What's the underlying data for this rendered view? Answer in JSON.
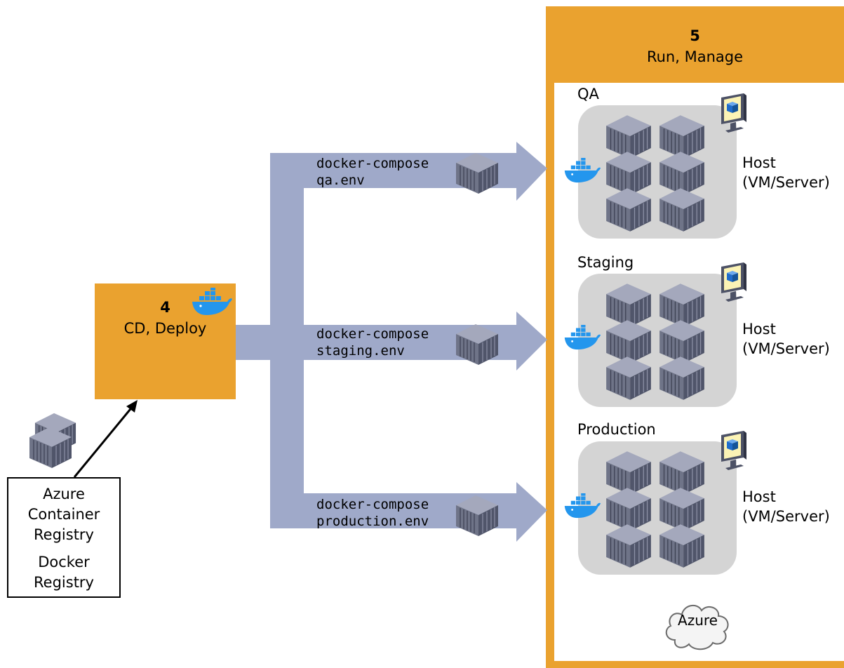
{
  "stage4": {
    "number": "4",
    "label": "CD, Deploy"
  },
  "stage5": {
    "number": "5",
    "label": "Run, Manage"
  },
  "registry": {
    "line1": "Azure",
    "line2": "Container",
    "line3": "Registry",
    "line4": "Docker",
    "line5": "Registry"
  },
  "deployments": [
    {
      "command_line1": "docker-compose",
      "command_line2": "qa.env"
    },
    {
      "command_line1": "docker-compose",
      "command_line2": "staging.env"
    },
    {
      "command_line1": "docker-compose",
      "command_line2": "production.env"
    }
  ],
  "environments": [
    {
      "name": "QA",
      "host_line1": "Host",
      "host_line2": "(VM/Server)"
    },
    {
      "name": "Staging",
      "host_line1": "Host",
      "host_line2": "(VM/Server)"
    },
    {
      "name": "Production",
      "host_line1": "Host",
      "host_line2": "(VM/Server)"
    }
  ],
  "cloud": {
    "label": "Azure"
  },
  "colors": {
    "stage_orange": "#eaa22f",
    "pipe_blue": "#9fa9c9",
    "host_gray": "#d4d4d4",
    "container_dark": "#626679",
    "docker_blue": "#2496ed"
  },
  "icons": [
    "container-icon",
    "docker-whale-icon",
    "monitor-vm-icon",
    "cloud-icon",
    "arrow-up-icon"
  ]
}
